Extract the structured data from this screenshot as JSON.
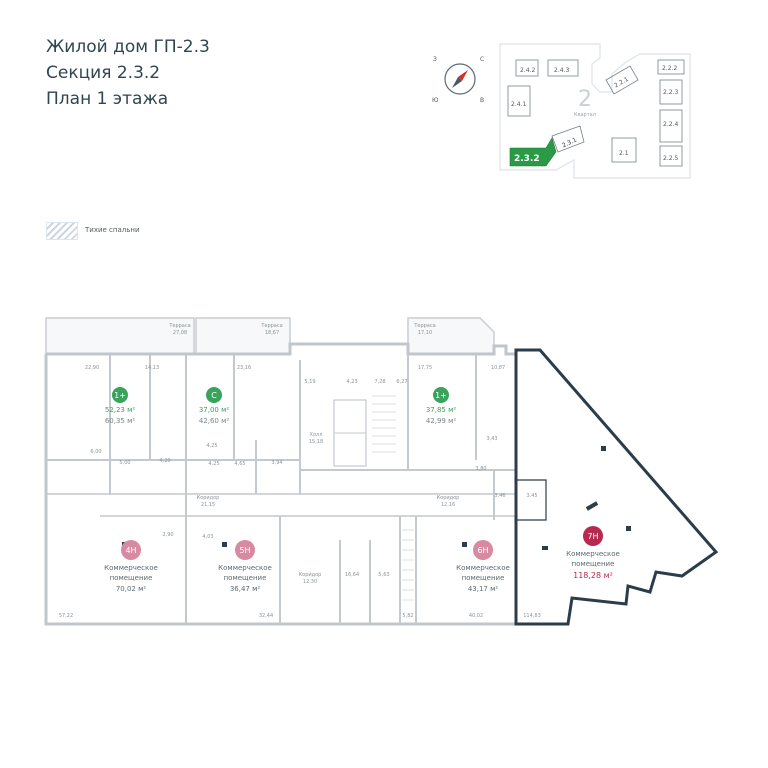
{
  "header": {
    "line1": "Жилой дом ГП-2.3",
    "line2": "Секция 2.3.2",
    "line3": "План 1 этажа"
  },
  "compass": {
    "n": "С",
    "w": "З",
    "s": "Ю",
    "e": "В"
  },
  "legend": {
    "label": "Тихие спальни"
  },
  "keyplan": {
    "quarter_number": "2",
    "quarter_word": "Квартал",
    "buildings": [
      "2.4.2",
      "2.4.3",
      "2.4.1",
      "2.2.1",
      "2.2.2",
      "2.2.3",
      "2.2.4",
      "2.2.5",
      "2.1",
      "2.3.1",
      "2.3.2"
    ],
    "highlight_color": "#2a9a46"
  },
  "plan": {
    "terraces": [
      {
        "label": "Терраса",
        "area": "27,08"
      },
      {
        "label": "Терраса",
        "area": "18,67"
      },
      {
        "label": "Терраса",
        "area": "17,10"
      }
    ],
    "apartments": [
      {
        "badge": "1+",
        "area1": "52,23 м²",
        "area2": "60,35 м²"
      },
      {
        "badge": "С",
        "area1": "37,00 м²",
        "area2": "42,60 м²"
      },
      {
        "badge": "1+",
        "area1": "37,85 м²",
        "area2": "42,99 м²"
      }
    ],
    "commercial": [
      {
        "badge": "4Н",
        "label1": "Коммерческое",
        "label2": "помещение",
        "area": "70,02 м²"
      },
      {
        "badge": "5Н",
        "label1": "Коммерческое",
        "label2": "помещение",
        "area": "36,47 м²"
      },
      {
        "badge": "6Н",
        "label1": "Коммерческое",
        "label2": "помещение",
        "area": "43,17 м²"
      },
      {
        "badge": "7Н",
        "label1": "Коммерческое",
        "label2": "помещение",
        "area": "118,28 м²"
      }
    ],
    "corridors": [
      {
        "label": "Коридор",
        "area": "21,15"
      },
      {
        "label": "Коридор",
        "area": "12,16"
      },
      {
        "label": "Коридор",
        "area": "12,30"
      }
    ],
    "hall": {
      "label": "Холл",
      "area": "15,18"
    },
    "room_areas": [
      "22,90",
      "14,13",
      "6,00",
      "5,00",
      "4,20",
      "23,16",
      "4,25",
      "4,25",
      "4,65",
      "3,94",
      "5,19",
      "4,23",
      "7,28",
      "6,27",
      "17,75",
      "10,87",
      "3,43",
      "3,80",
      "3,45",
      "3,46",
      "2,90",
      "4,03",
      "16,64",
      "5,63",
      "57,22",
      "32,44",
      "40,02",
      "114,83",
      "5,82"
    ],
    "colors": {
      "badge_green": "#3aa35b",
      "badge_crimson": "#b8294f",
      "accent_area": "#b8294f",
      "active_wall": "#2b3c4a"
    }
  }
}
